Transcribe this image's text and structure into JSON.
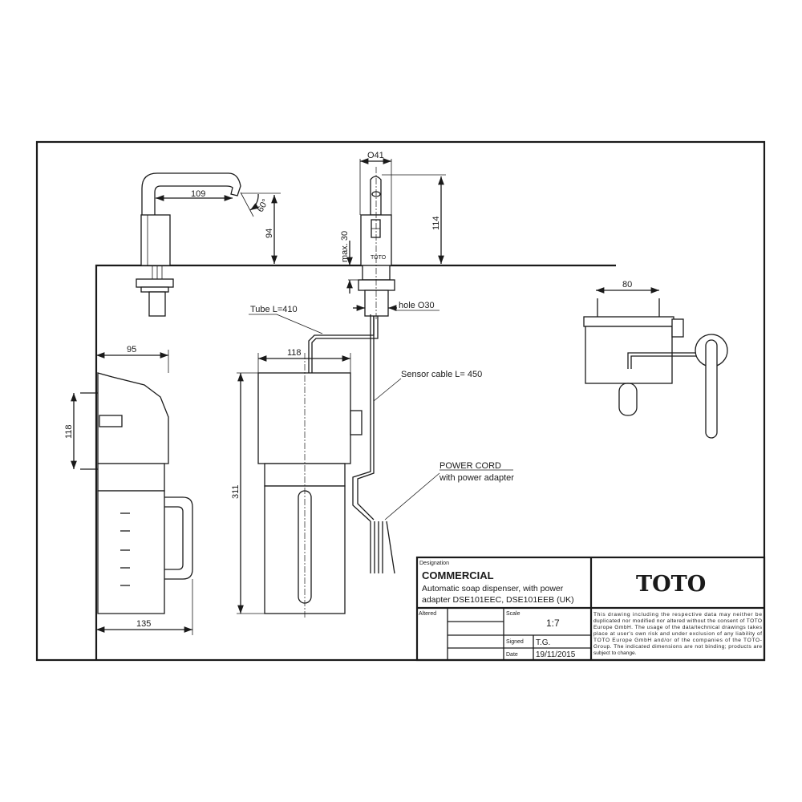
{
  "dimensions": {
    "spout_reach": "109",
    "spout_angle": "60°",
    "spout_height": "94",
    "sensor_diameter": "O41",
    "sensor_height": "114",
    "max_counter": "max. 30",
    "hole": "hole O30",
    "side_depth": "95",
    "side_height": "118",
    "side_bottle_depth": "135",
    "front_width": "118",
    "front_height": "311",
    "top_width": "80"
  },
  "labels": {
    "tube": "Tube L=410",
    "sensor_cable": "Sensor cable L= 450",
    "power_cord": "POWER CORD",
    "power_cord_sub": "with power adapter",
    "sensor_logo": "TOTO"
  },
  "title_block": {
    "designation_label": "Designation",
    "title": "COMMERCIAL",
    "description_line1": "Automatic soap dispenser, with power",
    "description_line2": "adapter DSE101EEC, DSE101EEB (UK)",
    "logo": "TOTO",
    "altered_label": "Altered",
    "scale_label": "Scale",
    "scale_value": "1:7",
    "signed_label": "Signed",
    "signed_value": "T.G.",
    "date_label": "Date",
    "date_value": "19/11/2015",
    "disclaimer": [
      "This drawing including the respective data may neither be",
      "duplicated nor modified nor altered without the consent of TOTO",
      "Europe GmbH. The usage of the data/technical drawings takes",
      "place at user's own risk and under exclusion of any liability of",
      "TOTO Europe GmbH and/or of the companies of the TOTO-",
      "Group. The indicated dimensions are not binding; products are",
      "subject to change."
    ]
  }
}
